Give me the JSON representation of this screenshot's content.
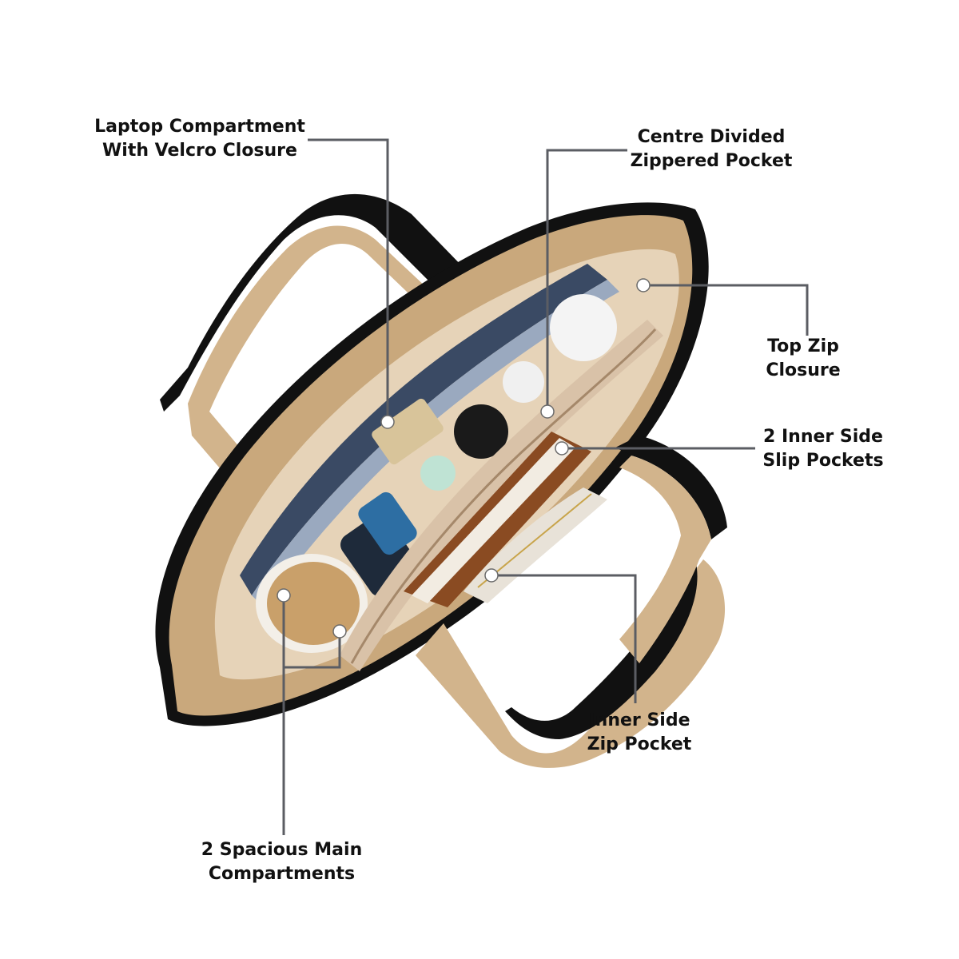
{
  "callouts": {
    "laptop": {
      "line1": "Laptop Compartment",
      "line2": "With Velcro Closure"
    },
    "centre": {
      "line1": "Centre Divided",
      "line2": "Zippered Pocket"
    },
    "top_zip": {
      "line1": "Top Zip",
      "line2": "Closure"
    },
    "slip": {
      "line1": "2 Inner Side",
      "line2": "Slip Pockets"
    },
    "inner_zip": {
      "line1": "Inner Side",
      "line2": "Zip Pocket"
    },
    "main": {
      "line1": "2 Spacious Main",
      "line2": "Compartments"
    }
  },
  "colors": {
    "leader_line": "#5b5d63",
    "bag_tan": "#d2b48c",
    "bag_black": "#111111",
    "lining": "#e6d3b8",
    "laptop": "#3a4a64"
  }
}
